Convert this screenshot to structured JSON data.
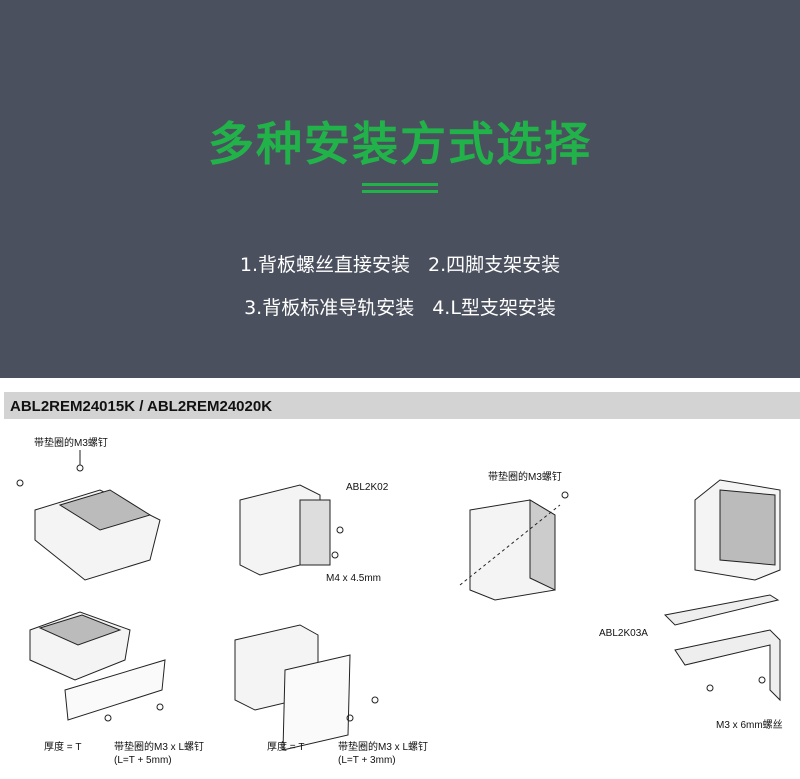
{
  "banner": {
    "title": "多种安装方式选择",
    "methods": [
      "1.背板螺丝直接安装",
      "2.四脚支架安装",
      "3.背板标准导轨安装",
      "4.L型支架安装"
    ]
  },
  "section": {
    "header": "ABL2REM24015K / ABL2REM24020K",
    "labels": {
      "screw_m3_1": "带垫圈的M3螺钉",
      "abl2k02": "ABL2K02",
      "m4": "M4 x 4.5mm",
      "screw_m3_2": "带垫圈的M3螺钉",
      "abl2k03a": "ABL2K03A",
      "m3_6mm": "M3 x 6mm螺丝",
      "thickness_1": "厚度 = T",
      "screw_l_1": "带垫圈的M3 x L螺钉",
      "formula_1": "(L=T + 5mm)",
      "thickness_2": "厚度 = T",
      "screw_l_2": "带垫圈的M3 x L螺钉",
      "formula_2": "(L=T + 3mm)"
    }
  }
}
